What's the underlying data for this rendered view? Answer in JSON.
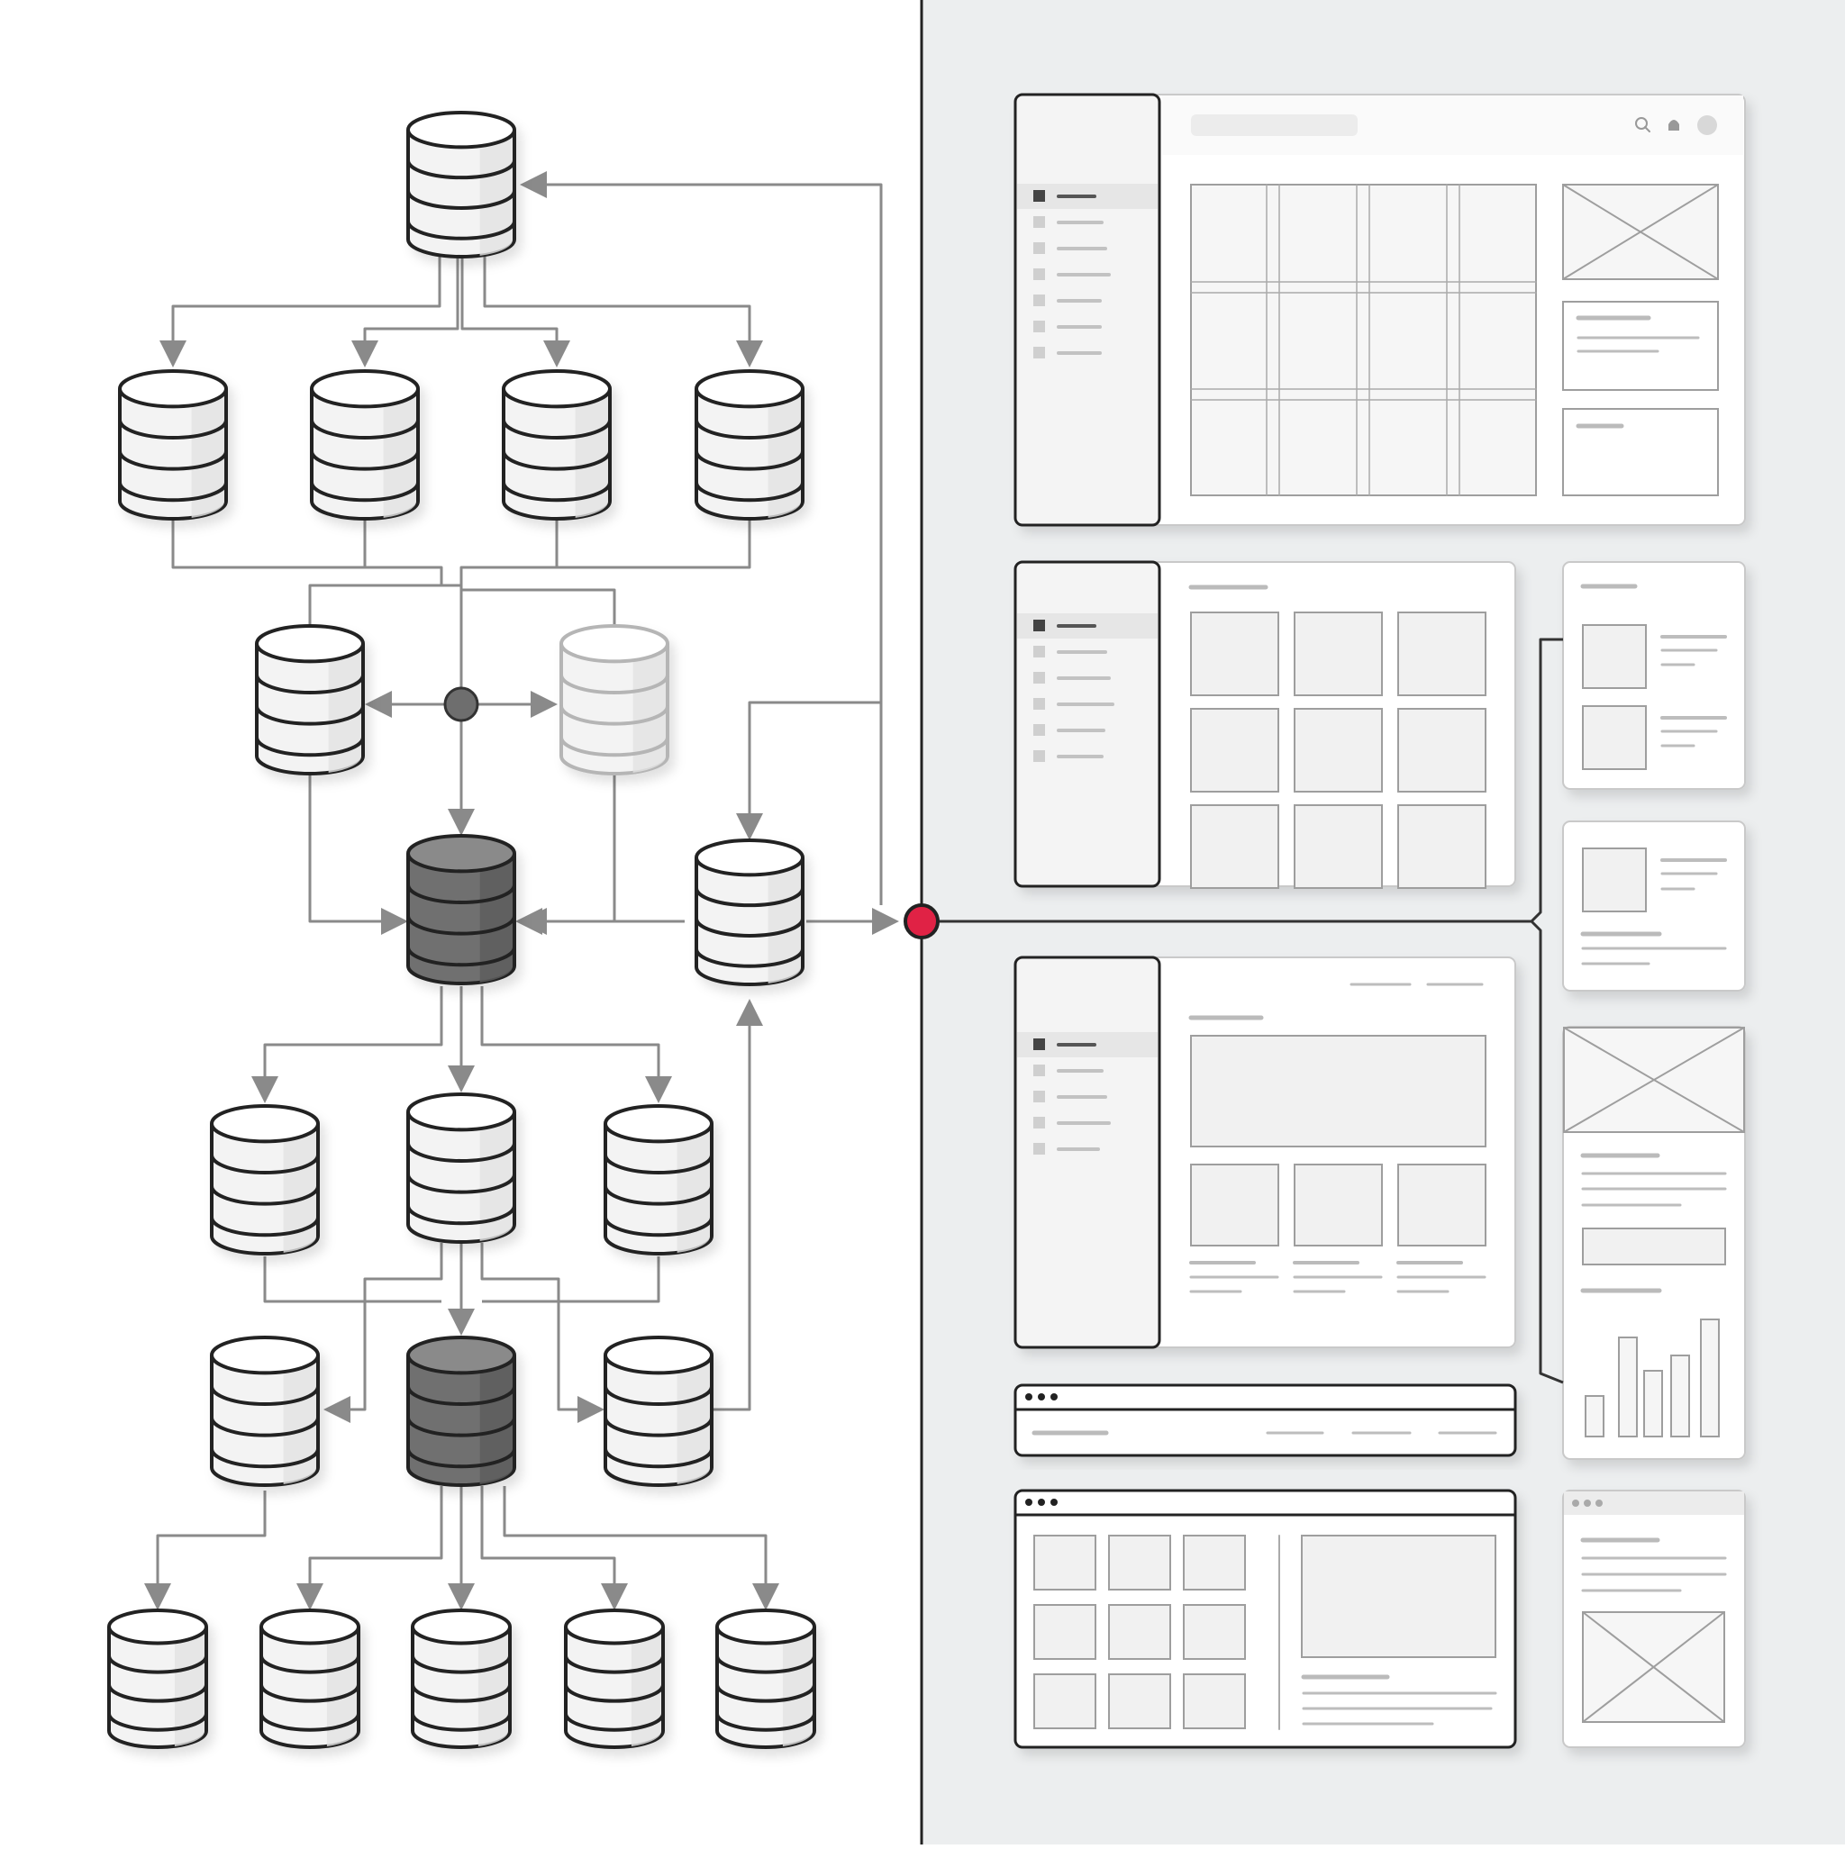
{
  "colors": {
    "left_bg": "#ffffff",
    "right_bg": "#eceeef",
    "divider": "#222222",
    "connector": "#8a8a8a",
    "node_outline": "#222222",
    "node_fill": "#f3f3f3",
    "node_dark_fill": "#707070",
    "node_faded_outline": "#b5b5b5",
    "hub_dot": "#6e6e6e",
    "accent_dot": "#e02245",
    "wire_stroke": "#9a9a9a",
    "panel_fill": "#ffffff",
    "panel_border": "#222222"
  },
  "diagram": {
    "left_panel": "database-replication-graph",
    "right_panel": "wireframe-screens",
    "node_kinds": [
      "database",
      "database-dark",
      "database-faded",
      "junction-dot",
      "connection-dot"
    ],
    "icons": [
      "database-icon",
      "search-icon",
      "bell-icon",
      "avatar-icon",
      "image-placeholder-icon",
      "window-dots-icon",
      "bar-chart-icon"
    ]
  }
}
